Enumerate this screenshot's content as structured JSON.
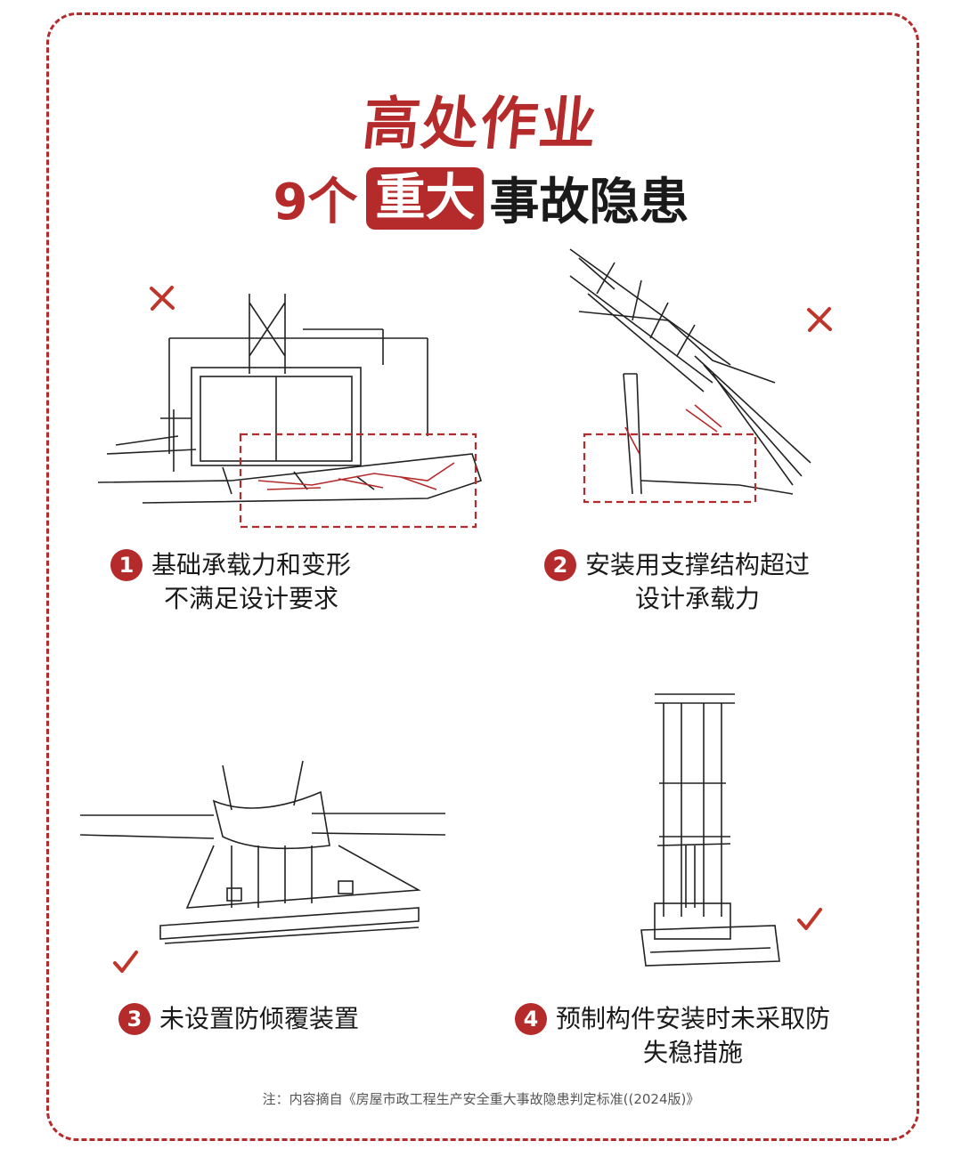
{
  "title": "高处作业",
  "subtitle": {
    "number": "9个",
    "highlight": "重大",
    "rest": "事故隐患"
  },
  "items": [
    {
      "number": "1",
      "line1": "基础承载力和变形",
      "line2": "不满足设计要求",
      "mark": "cross-icon"
    },
    {
      "number": "2",
      "line1": "安装用支撑结构超过",
      "line2": "设计承载力",
      "mark": "cross-icon"
    },
    {
      "number": "3",
      "line1": "未设置防倾覆装置",
      "line2": "",
      "mark": "check-icon"
    },
    {
      "number": "4",
      "line1": "预制构件安装时未采取防",
      "line2": "失稳措施",
      "mark": "check-icon"
    }
  ],
  "footnote": "注：内容摘自《房屋市政工程生产安全重大事故隐患判定标准((2024版)》",
  "colors": {
    "accent": "#b52a2a",
    "text": "#1a1a1a"
  }
}
